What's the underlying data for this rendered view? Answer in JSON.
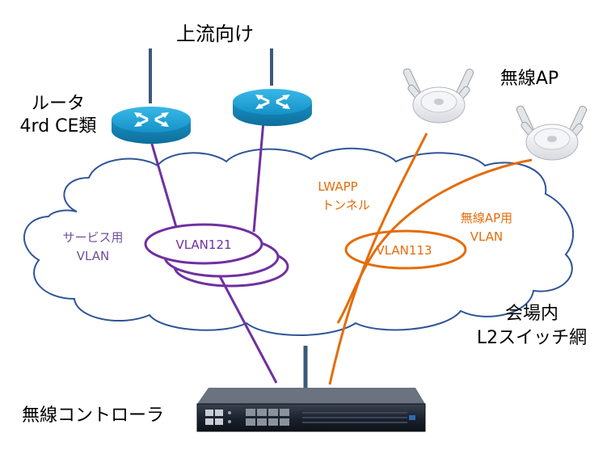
{
  "labels": {
    "upstream": "上流向け",
    "router_line1": "ルータ",
    "router_line2": "4rd CE類",
    "wireless_ap": "無線AP",
    "lwapp_line1": "LWAPP",
    "lwapp_line2": "トンネル",
    "ap_vlan_line1": "無線AP用",
    "ap_vlan_line2": "VLAN",
    "service_line1": "サービス用",
    "service_line2": "VLAN",
    "vlan121": "VLAN121",
    "vlan113": "VLAN113",
    "venue_line1": "会場内",
    "venue_line2": "L2スイッチ網",
    "controller": "無線コントローラ"
  },
  "colors": {
    "purple": "#7030a0",
    "orange": "#e46c0a",
    "navy": "#3b5a7a",
    "cloud_stroke": "#2f5597",
    "router_fill": "#1ba1d8",
    "text": "#000000",
    "service_text": "#6f4f9a"
  },
  "icons": {
    "router": "router-icon",
    "access_point": "access-point-icon",
    "controller": "wireless-controller-icon",
    "cloud": "cloud-network"
  }
}
